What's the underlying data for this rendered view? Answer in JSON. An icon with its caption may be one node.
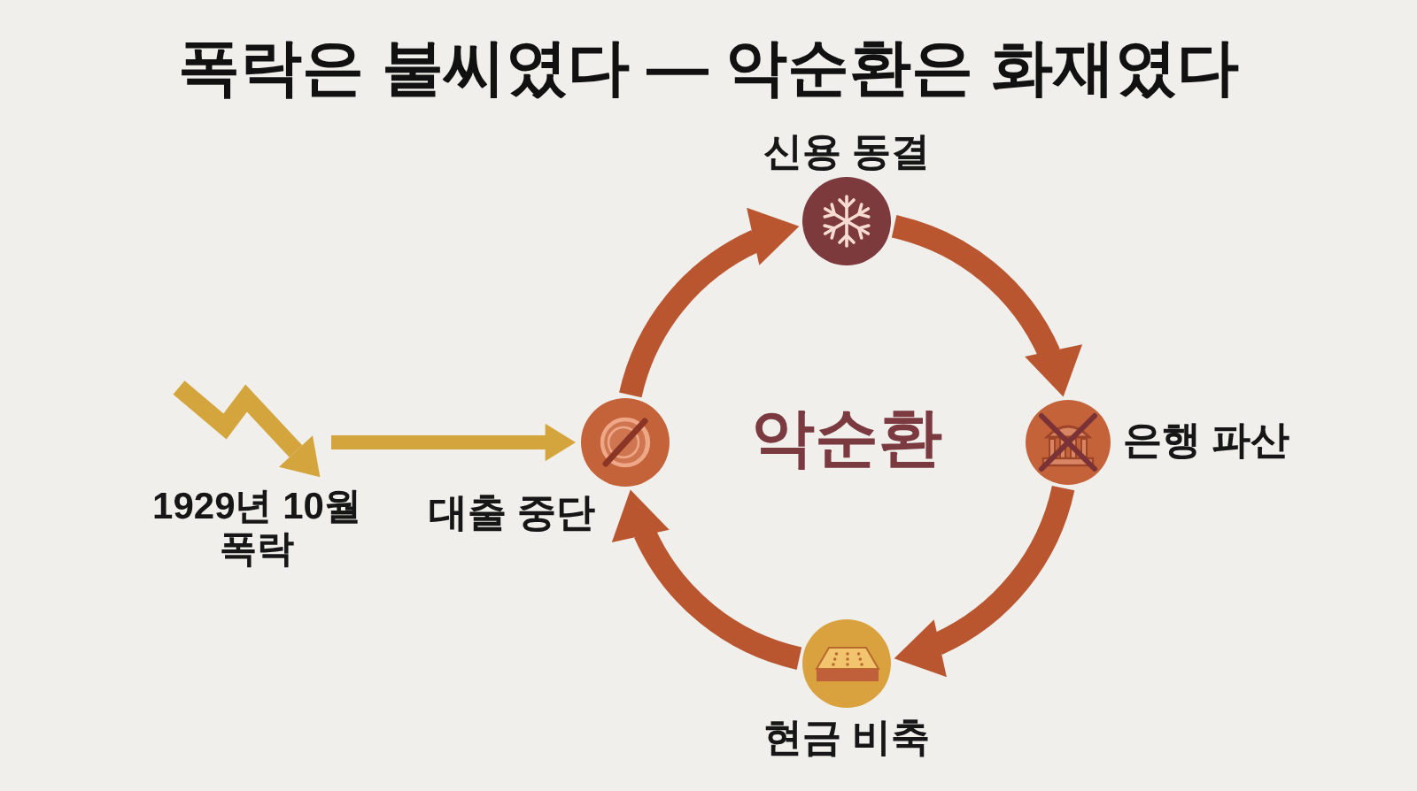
{
  "diagram": {
    "title": "폭락은 불씨였다 — 악순환은 화재였다",
    "nodes": [
      {
        "text": [],
        "shape": "picture",
        "beside": [
          "1929년 10월 폭락"
        ]
      },
      {
        "text": [],
        "shape": "circle",
        "beside": [
          "대출 중단"
        ]
      },
      {
        "text": [],
        "shape": "circle",
        "beside": [
          "신용 동결"
        ]
      },
      {
        "text": [],
        "shape": "circle",
        "beside": [
          "은행 파산"
        ]
      },
      {
        "text": [],
        "shape": "circle",
        "beside": [
          "현금 비축"
        ]
      }
    ],
    "edges": [
      {
        "from": 0,
        "to": 1,
        "arrow": "to",
        "color": "#d4a53c"
      },
      {
        "from": 1,
        "to": 2,
        "arrow": "to"
      },
      {
        "from": 2,
        "to": 3,
        "arrow": "to"
      },
      {
        "from": 3,
        "to": 4,
        "arrow": "to"
      },
      {
        "from": 4,
        "to": 1,
        "arrow": "to"
      }
    ],
    "labels": [
      "악순환"
    ]
  }
}
